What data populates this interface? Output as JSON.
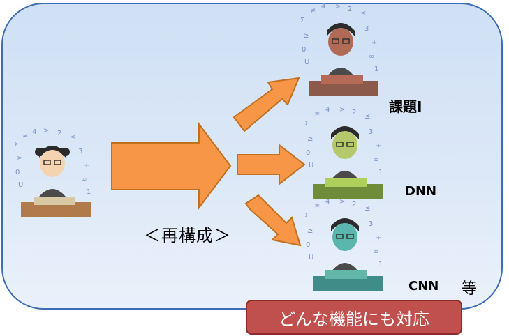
{
  "labels": {
    "task": "課題Ⅰ",
    "dnn": "DNN",
    "cnn": "CNN",
    "etc": "等",
    "reconstruct": "＜再構成＞"
  },
  "badge": {
    "text": "どんな機能にも対応"
  },
  "colors": {
    "panel_border": "#3d6db3",
    "panel_fill": "#d6e4f6",
    "arrow_fill": "#f79646",
    "arrow_stroke": "#c0701f",
    "badge_fill": "#c0504d"
  },
  "figures": [
    {
      "name": "original-learner",
      "skin": "#f4d3b0",
      "book": "#d9c8a4"
    },
    {
      "name": "task-learner",
      "skin": "#b06a55",
      "book": "#b56a58"
    },
    {
      "name": "dnn-learner",
      "skin": "#b5c96a",
      "book": "#aecf5a"
    },
    {
      "name": "cnn-learner",
      "skin": "#5bb6ae",
      "book": "#62b8a8"
    }
  ]
}
